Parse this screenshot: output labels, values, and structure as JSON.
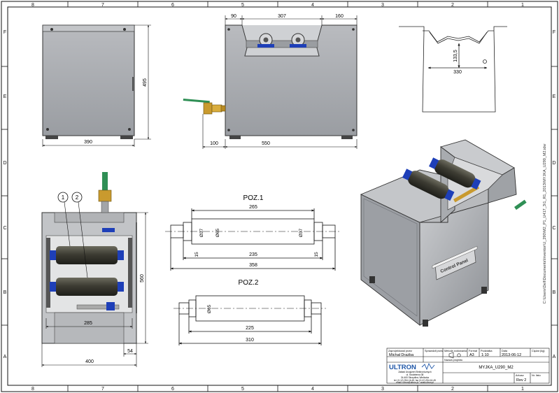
{
  "grid": {
    "columns": [
      "8",
      "7",
      "6",
      "5",
      "4",
      "3",
      "2",
      "1"
    ],
    "rows": [
      "F",
      "E",
      "D",
      "C",
      "B",
      "A"
    ]
  },
  "front_view": {
    "dim_width": "390",
    "dim_height": "495"
  },
  "side_view": {
    "dim_left": "90",
    "dim_mid": "307",
    "dim_right": "160",
    "dim_base": "550",
    "dim_valve": "100"
  },
  "section_view": {
    "dim_depth": "133,5",
    "dim_width": "330"
  },
  "top_view": {
    "dim_inner": "285",
    "dim_total": "400",
    "dim_height": "560",
    "dim_offset": "54",
    "balloon_1": "1",
    "balloon_2": "2"
  },
  "poz1": {
    "title": "POZ.1",
    "dim_overall": "265",
    "dim_inner": "235",
    "dim_total": "358",
    "dia_left": "Ø37",
    "dia_mid": "Ø65",
    "dia_right": "Ø37",
    "dim_shoulder_left": "15",
    "dim_shoulder_right": "15"
  },
  "poz2": {
    "title": "POZ.2",
    "dia": "Ø65",
    "dim_inner": "225",
    "dim_total": "310"
  },
  "iso_view": {
    "panel_label": "Control Panel"
  },
  "file_path": "C:\\Users\\Dell\\Documents\\Inventor\\U_290\\M2_P1_U417_3\\1_R1_2013\\MYJKA_U290_M2.idw",
  "title_block": {
    "designed_by_label": "Zaprojektował przez",
    "designer": "Michał Drażba",
    "checked_label": "Sprawdził przez",
    "method_label": "Metoda rzutowania",
    "format_label": "Format",
    "format": "A3",
    "scale_label": "Podziałka",
    "scale": "1:10",
    "date_label": "Data",
    "date": "2013-06-12",
    "mass_label": "Ciężar (kg)",
    "company_logo": "ULTRON",
    "company_name": "Zakład Urządzeń Elektronicznych",
    "address": "ul. Studzienna 38",
    "city": "34-400 Skrzydlna, Wieliczka",
    "phone": "tel. (0-12) 254-16-45, fax (0-12) 254-16-45",
    "web": "email: ultron@ultron.pl · www.ultron.pl",
    "project_label": "Nazwa projektu",
    "drawing_name": "MYJKA_U290_M2",
    "sheet_label": "Arkusz",
    "revision": "Rev 2",
    "sheet_no_label": "Nr. listu"
  },
  "colors": {
    "steel": "#aeb0b4",
    "steel_dark": "#7c7f84",
    "roller": "#3f3f38",
    "blue_cap": "#1e3fb8",
    "green_handle": "#2f8f55",
    "brass": "#c99a2e",
    "logo_blue": "#1e56a8"
  }
}
